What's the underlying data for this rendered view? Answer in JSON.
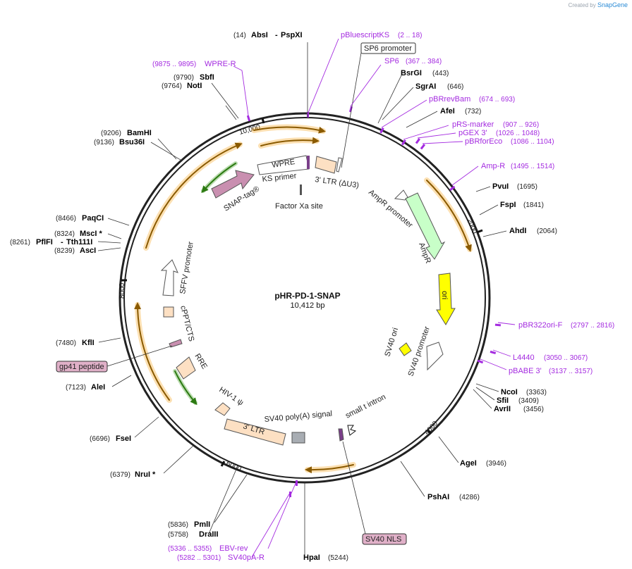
{
  "brand": {
    "prefix": "Created by",
    "name": "SnapGene"
  },
  "plasmid": {
    "name": "pHR-PD-1-SNAP",
    "size_label": "10,412 bp",
    "length": 10412
  },
  "ticks": [
    "2000",
    "4000",
    "6000",
    "8000",
    "10,000"
  ],
  "enzymes": [
    {
      "name": "AbsI",
      "name2": "PspXI",
      "pos": "(14)"
    },
    {
      "name": "BsrGI",
      "pos": "(443)"
    },
    {
      "name": "SgrAI",
      "pos": "(646)"
    },
    {
      "name": "AfeI",
      "pos": "(732)"
    },
    {
      "name": "PvuI",
      "pos": "(1695)"
    },
    {
      "name": "FspI",
      "pos": "(1841)"
    },
    {
      "name": "AhdI",
      "pos": "(2064)"
    },
    {
      "name": "NcoI",
      "pos": "(3363)"
    },
    {
      "name": "SfiI",
      "pos": "(3409)"
    },
    {
      "name": "AvrII",
      "pos": "(3456)"
    },
    {
      "name": "AgeI",
      "pos": "(3946)"
    },
    {
      "name": "PshAI",
      "pos": "(4286)"
    },
    {
      "name": "HpaI",
      "pos": "(5244)"
    },
    {
      "name": "PmlI",
      "pos": "(5836)"
    },
    {
      "name": "DraIII",
      "pos": "(5758)"
    },
    {
      "name": "NruI *",
      "pos": "(6379)"
    },
    {
      "name": "FseI",
      "pos": "(6696)"
    },
    {
      "name": "AleI",
      "pos": "(7123)"
    },
    {
      "name": "KflI",
      "pos": "(7480)"
    },
    {
      "name": "AscI",
      "pos": "(8239)"
    },
    {
      "name": "PflFI",
      "name2": "Tth111I",
      "pos": "(8261)"
    },
    {
      "name": "MscI *",
      "pos": "(8324)"
    },
    {
      "name": "PaqCI",
      "pos": "(8466)"
    },
    {
      "name": "Bsu36I",
      "pos": "(9136)"
    },
    {
      "name": "BamHI",
      "pos": "(9206)"
    },
    {
      "name": "NotI",
      "pos": "(9764)"
    },
    {
      "name": "SbfI",
      "pos": "(9790)"
    }
  ],
  "primers": [
    {
      "name": "pBluescriptKS",
      "range": "(2 .. 18)"
    },
    {
      "name": "SP6",
      "range": "(367 .. 384)"
    },
    {
      "name": "pBRrevBam",
      "range": "(674 .. 693)"
    },
    {
      "name": "pRS-marker",
      "range": "(907 .. 926)"
    },
    {
      "name": "pGEX 3'",
      "range": "(1026 .. 1048)"
    },
    {
      "name": "pBRforEco",
      "range": "(1086 .. 1104)"
    },
    {
      "name": "Amp-R",
      "range": "(1495 .. 1514)"
    },
    {
      "name": "pBR322ori-F",
      "range": "(2797 .. 2816)"
    },
    {
      "name": "L4440",
      "range": "(3050 .. 3067)"
    },
    {
      "name": "pBABE 3'",
      "range": "(3137 .. 3157)"
    },
    {
      "name": "EBV-rev",
      "range": "(5336 .. 5355)"
    },
    {
      "name": "SV40pA-R",
      "range": "(5282 .. 5301)"
    },
    {
      "name": "WPRE-R",
      "range": "(9875 .. 9895)"
    }
  ],
  "boxed_labels": {
    "sp6_promoter": "SP6 promoter",
    "sv40_nls": "SV40 NLS",
    "gp41": "gp41 peptide"
  },
  "features": {
    "wpre": "WPRE",
    "ks_primer": "KS primer",
    "ltr3": "3' LTR (ΔU3)",
    "factor_xa": "Factor Xa site",
    "snap_tag": "SNAP-tag®",
    "ampr_promoter": "AmpR promoter",
    "ampr": "AmpR",
    "ori": "ori",
    "sv40_ori": "SV40 ori",
    "sv40_promoter": "SV40 promoter",
    "small_t": "small t intron",
    "sv40_polya": "SV40 poly(A) signal",
    "ltr3b": "3' LTR",
    "hiv_psi": "HIV-1 ψ",
    "rre": "RRE",
    "cppt": "cPPT/CTS",
    "sffv": "SFFV promoter"
  },
  "colors": {
    "backbone": "#222222",
    "primer": "#a42be0",
    "orf": "#f5a623",
    "amp": "#c8ffc8",
    "ori": "#ffff00",
    "ltr": "#fde0c3",
    "snap": "#c98fb0",
    "gp41": "#e0b0c8",
    "green_arc": "#3b9a1e"
  }
}
